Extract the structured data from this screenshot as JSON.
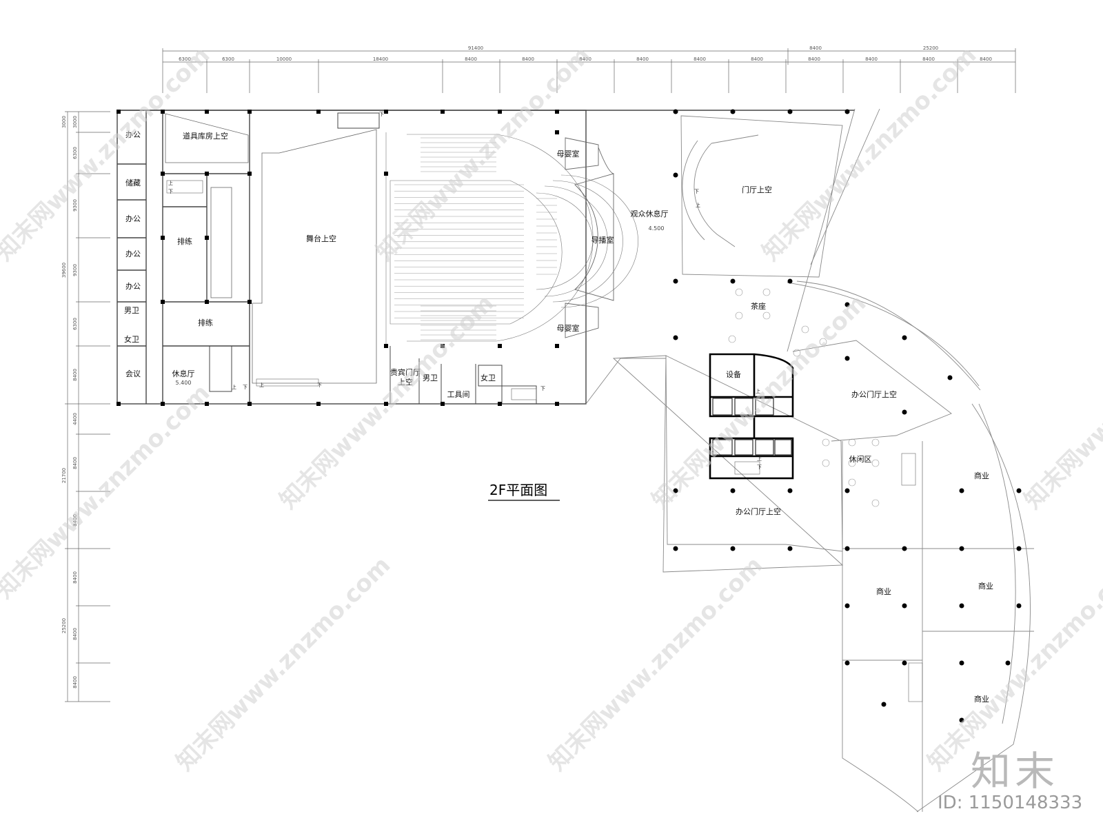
{
  "drawing": {
    "title": "2F平面图",
    "levels": {
      "lobby": "4.500",
      "lounge": "5.400"
    },
    "rooms": {
      "office": "办公",
      "storage": "储藏",
      "men_wc": "男卫",
      "women_wc": "女卫",
      "meeting": "会议",
      "prop_void": "道具库房上空",
      "rehearsal": "排练",
      "lounge": "休息厅",
      "stage_void": "舞台上空",
      "mother_room": "母婴室",
      "broadcast": "导播室",
      "audience_lobby": "观众休息厅",
      "hall_void": "门厅上空",
      "tea": "茶座",
      "equipment": "设备",
      "office_lobby_void": "办公门厅上空",
      "vip_void_1": "贵宾门厅",
      "vip_void_2": "上空",
      "tool_room": "工具间",
      "leisure": "休闲区",
      "commerce": "商业"
    },
    "stair_up": "上",
    "stair_down": "下",
    "dims_top_total": [
      "91400",
      "8400",
      "25200"
    ],
    "dims_top": [
      "6300",
      "6300",
      "10000",
      "18400",
      "8400",
      "8400",
      "8400",
      "8400",
      "8400",
      "8400",
      "8400",
      "8400",
      "8400",
      "8400"
    ],
    "dims_left": [
      "3000",
      "3000",
      "6300",
      "9300",
      "9300",
      "39600",
      "6300",
      "8400",
      "4400",
      "8400",
      "21700",
      "8400",
      "8400",
      "25200",
      "8400",
      "8400"
    ]
  },
  "watermark": {
    "text": "知末网www.znzmo.com",
    "logo": "知末",
    "id": "ID: 1150148333"
  }
}
